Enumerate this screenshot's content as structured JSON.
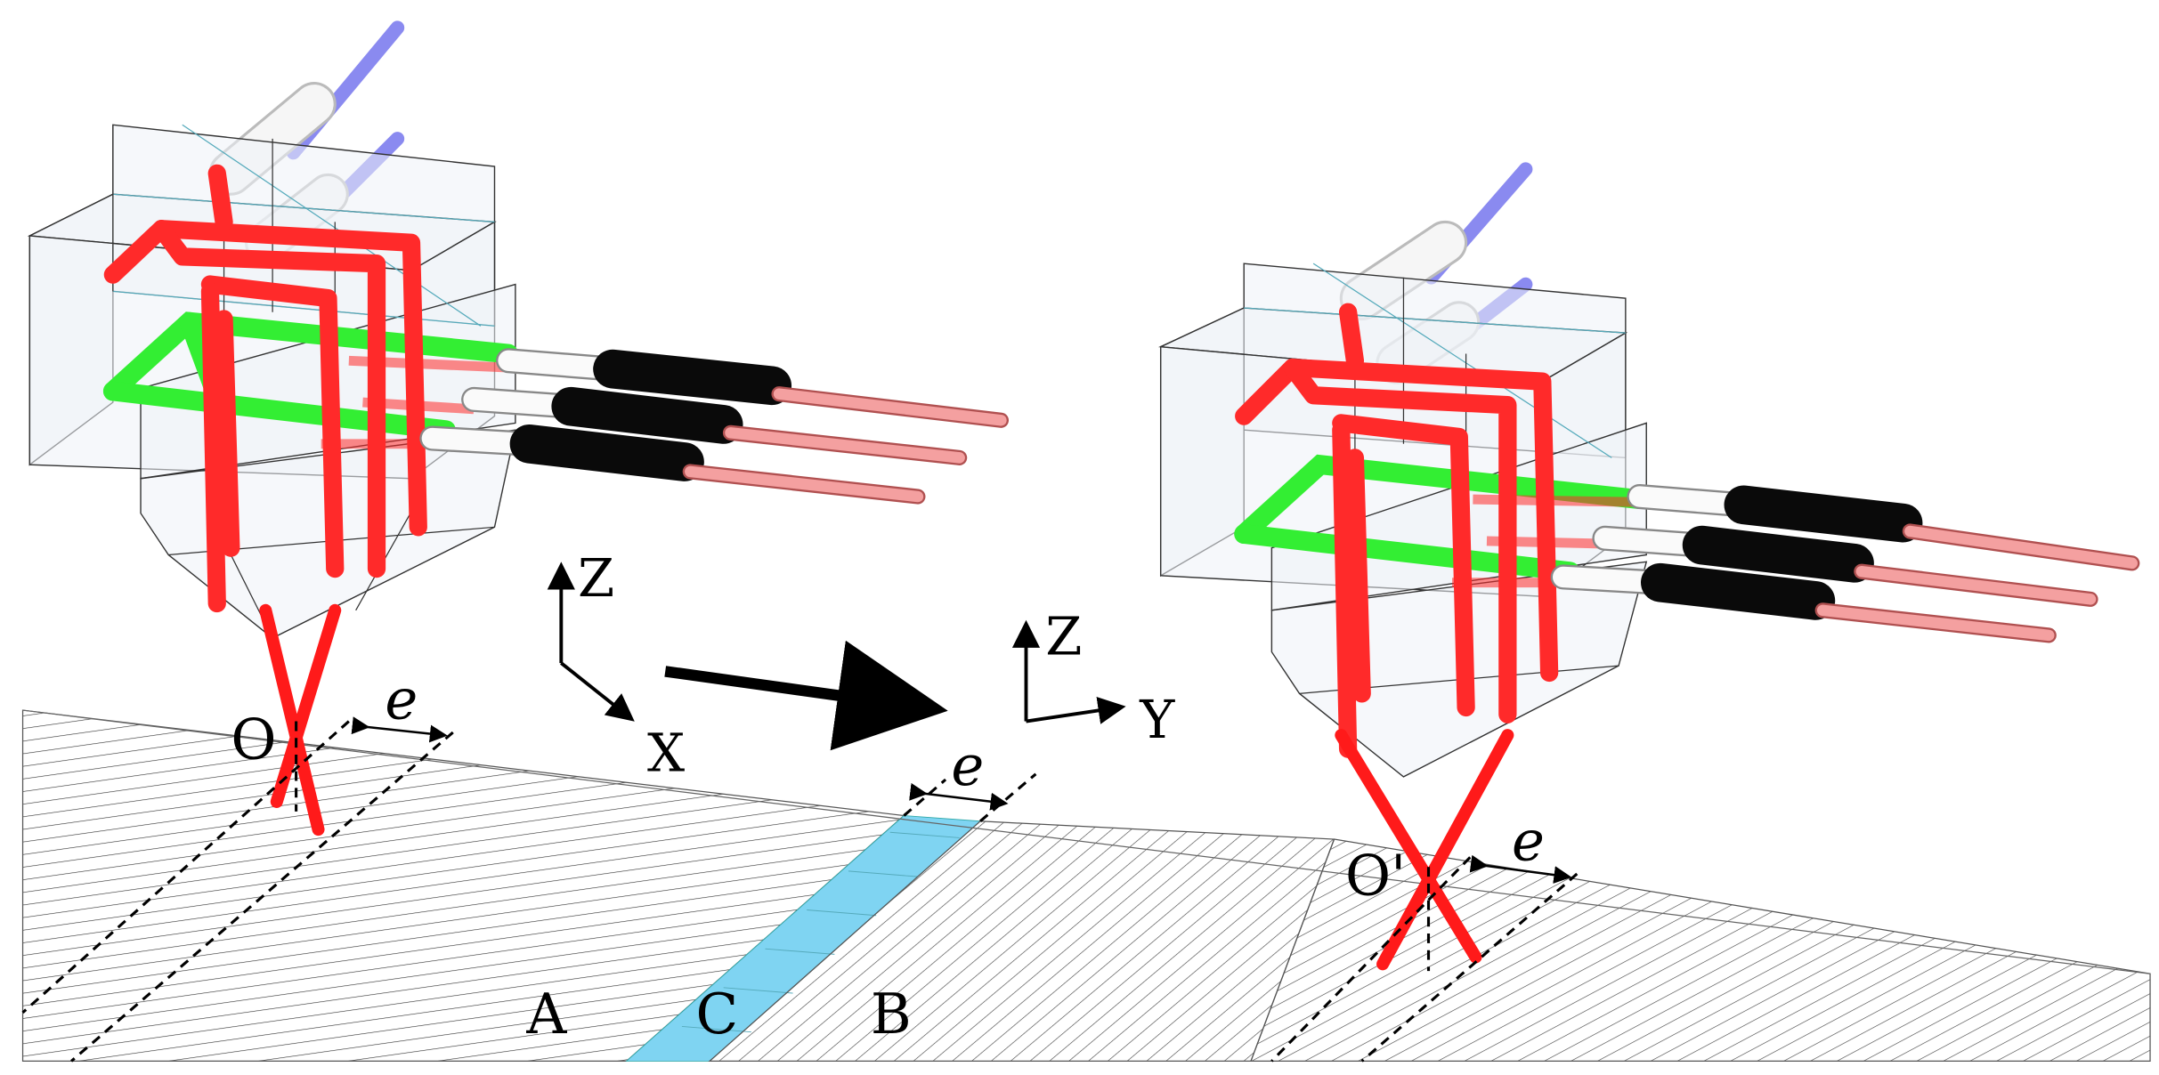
{
  "labels": {
    "origin_left": "O",
    "origin_right": "O'",
    "offset": "e",
    "axis_z": "Z",
    "axis_x": "X",
    "axis_y": "Y",
    "region_a": "A",
    "region_b": "B",
    "region_c": "C"
  },
  "colors": {
    "red_tube": "#ff2a2a",
    "red_tube_light": "#ff8a8a",
    "green_tube": "#33ee33",
    "blue_rod": "#8a8af0",
    "pink_rod": "#f4a0a0",
    "black_sleeve": "#0a0a0a",
    "seam_strip": "#7fd4f2",
    "outline": "#222222",
    "glass": "#eef2f7"
  },
  "icons": {
    "motion_arrow": "arrow-right-icon",
    "axis_triad_left": "axis-triad-icon",
    "axis_triad_right": "axis-triad-icon"
  }
}
